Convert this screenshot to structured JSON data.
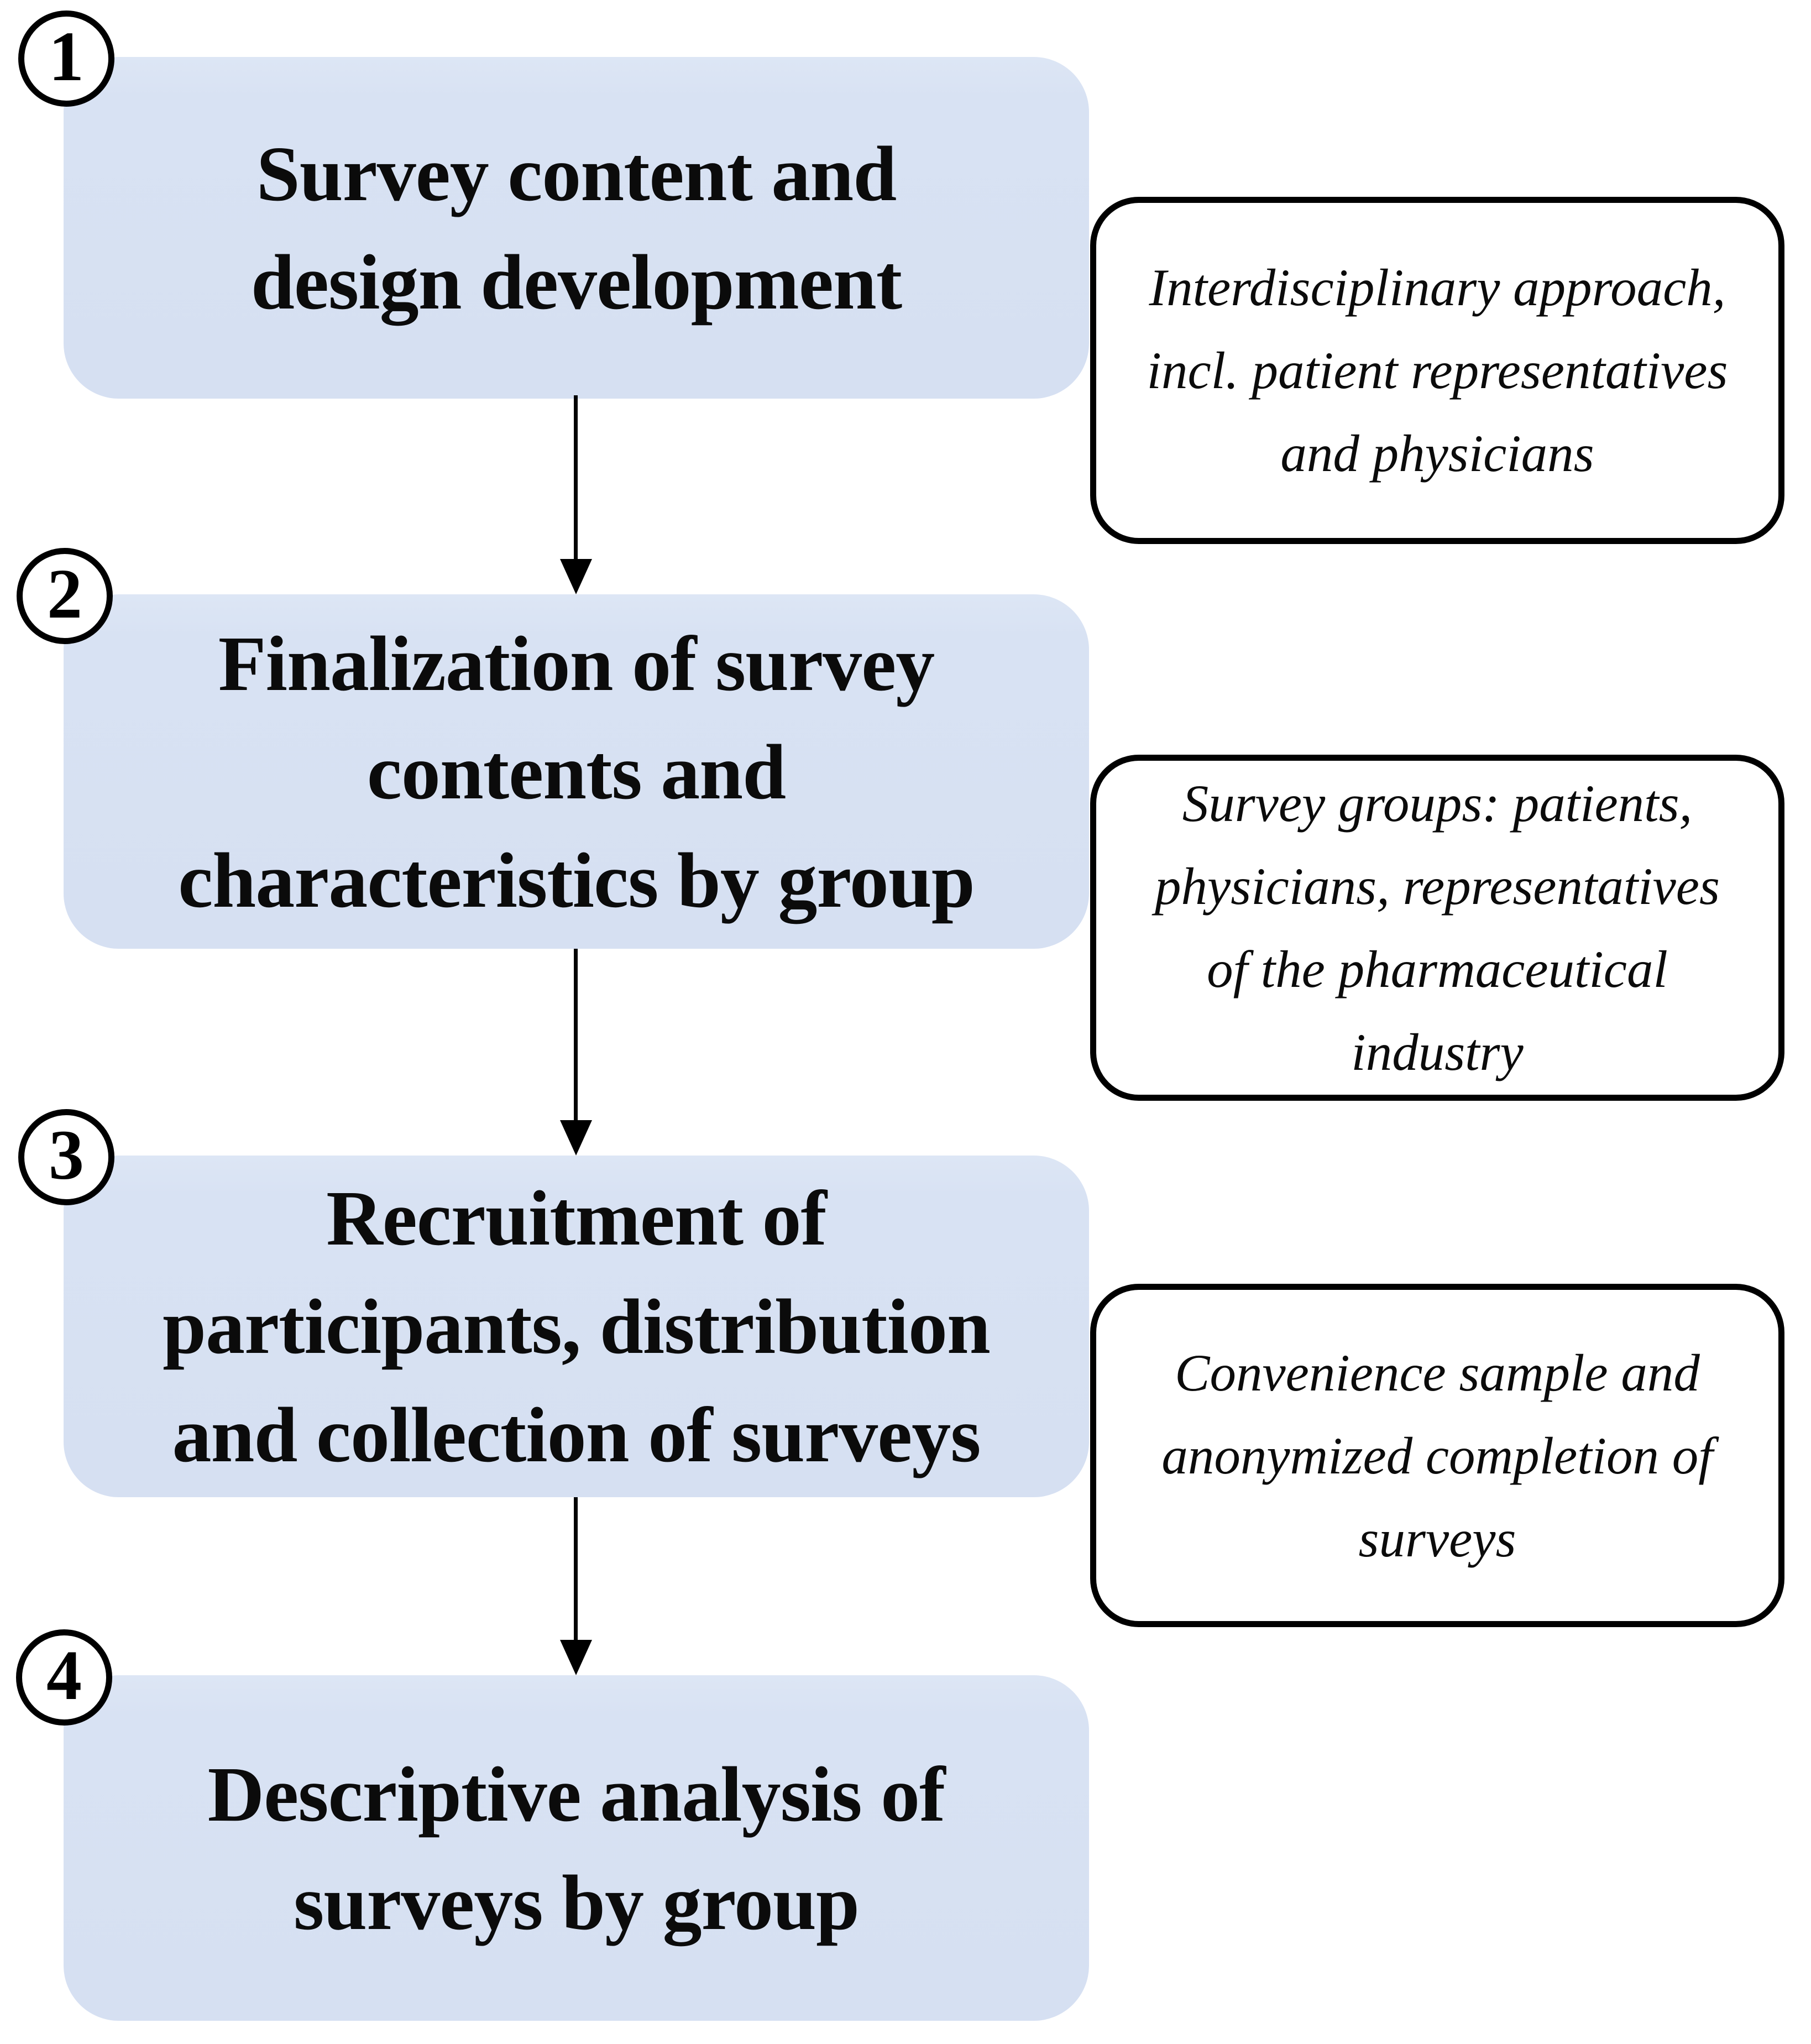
{
  "colors": {
    "step_box_fill": "#d8e2f3",
    "annotation_fill": "#ffffff",
    "outline": "#000000",
    "background": "#ffffff",
    "text": "#0b0b0b"
  },
  "steps": [
    {
      "number": "1",
      "title": "Survey content and\ndesign development",
      "annotation": "Interdisciplinary approach,\nincl. patient representatives\nand physicians"
    },
    {
      "number": "2",
      "title": "Finalization of survey\ncontents and\ncharacteristics by group",
      "annotation": "Survey groups: patients,\nphysicians, representatives\nof the pharmaceutical\nindustry"
    },
    {
      "number": "3",
      "title": "Recruitment of\nparticipants, distribution\nand collection of surveys",
      "annotation": "Convenience sample and\nanonymized completion of\nsurveys"
    },
    {
      "number": "4",
      "title": "Descriptive analysis of\nsurveys by group"
    }
  ]
}
